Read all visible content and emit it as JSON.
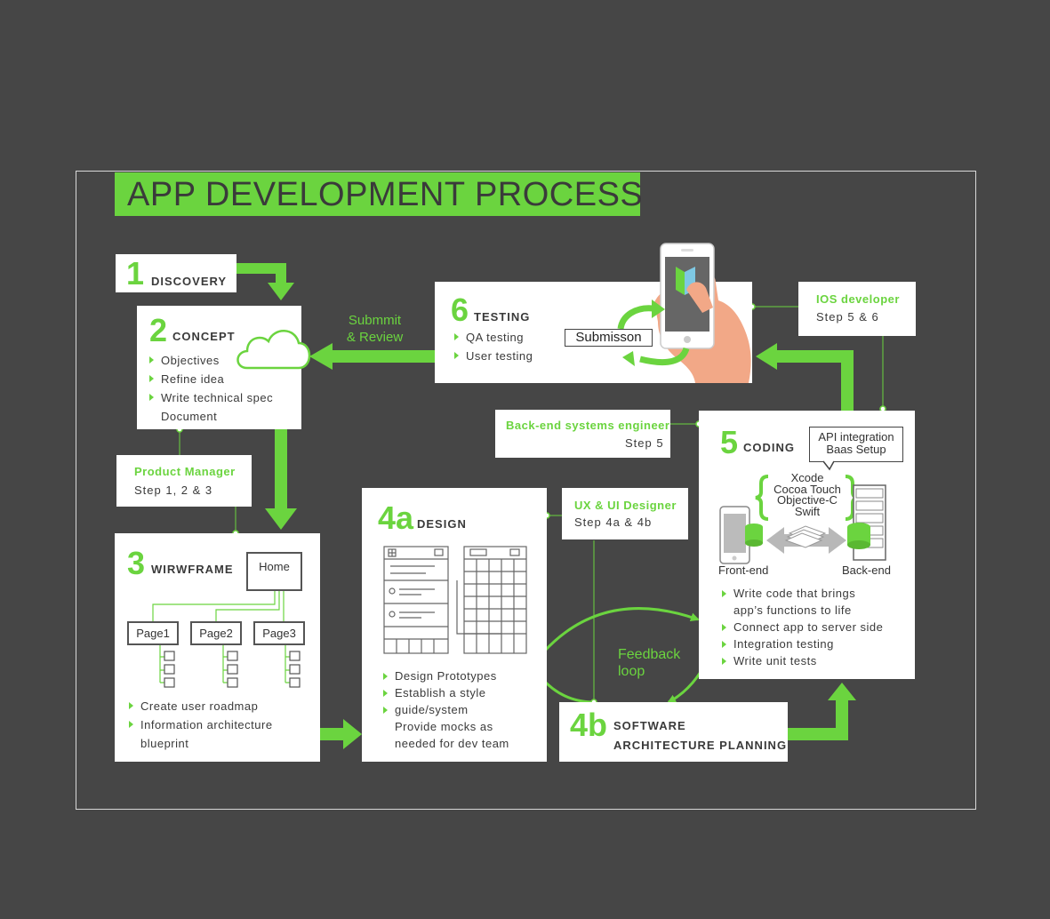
{
  "title": "APP DEVELOPMENT PROCESS",
  "steps": {
    "discovery": {
      "num": "1",
      "label": "DISCOVERY"
    },
    "concept": {
      "num": "2",
      "label": "CONCEPT",
      "items": [
        "Objectives",
        "Refine idea",
        "Write technical spec",
        "Document"
      ]
    },
    "wireframe": {
      "num": "3",
      "label": "WIRWFRAME",
      "home": "Home",
      "pages": [
        "Page1",
        "Page2",
        "Page3"
      ],
      "items": [
        "Create user roadmap",
        "Information architecture",
        "blueprint"
      ]
    },
    "design": {
      "num": "4a",
      "label": "DESIGN",
      "items": [
        "Design Prototypes",
        "Establish a style",
        "guide/system",
        "Provide mocks as",
        "needed for dev team"
      ]
    },
    "software": {
      "num": "4b",
      "label_line1": "SOFTWARE",
      "label_line2": "ARCHITECTURE PLANNING"
    },
    "coding": {
      "num": "5",
      "label": "CODING",
      "api": [
        "API integration",
        "Baas Setup"
      ],
      "tools": [
        "Xcode",
        "Cocoa Touch",
        "Objective-C",
        "Swift"
      ],
      "frontend": "Front-end",
      "backend": "Back-end",
      "items": [
        "Write code that brings",
        "app’s functions to life",
        "Connect app to server side",
        "Integration testing",
        "Write unit tests"
      ]
    },
    "testing": {
      "num": "6",
      "label": "TESTING",
      "items": [
        "QA testing",
        "User testing"
      ],
      "submission": "Submisson"
    }
  },
  "roles": {
    "product_manager": {
      "title": "Product Manager",
      "step": "Step 1, 2 & 3"
    },
    "ux_ui": {
      "title": "UX & UI Designer",
      "step": "Step 4a & 4b"
    },
    "backend_eng": {
      "title": "Back-end systems engineer",
      "step": "Step 5"
    },
    "ios_dev": {
      "title": "IOS developer",
      "step": "Step 5 & 6"
    }
  },
  "labels": {
    "submit_review": [
      "Submmit",
      "& Review"
    ],
    "feedback": [
      "Feedback",
      "loop"
    ]
  },
  "colors": {
    "background": "#464646",
    "accent": "#6bd43f",
    "box": "#ffffff",
    "text": "#3a3a3a"
  }
}
